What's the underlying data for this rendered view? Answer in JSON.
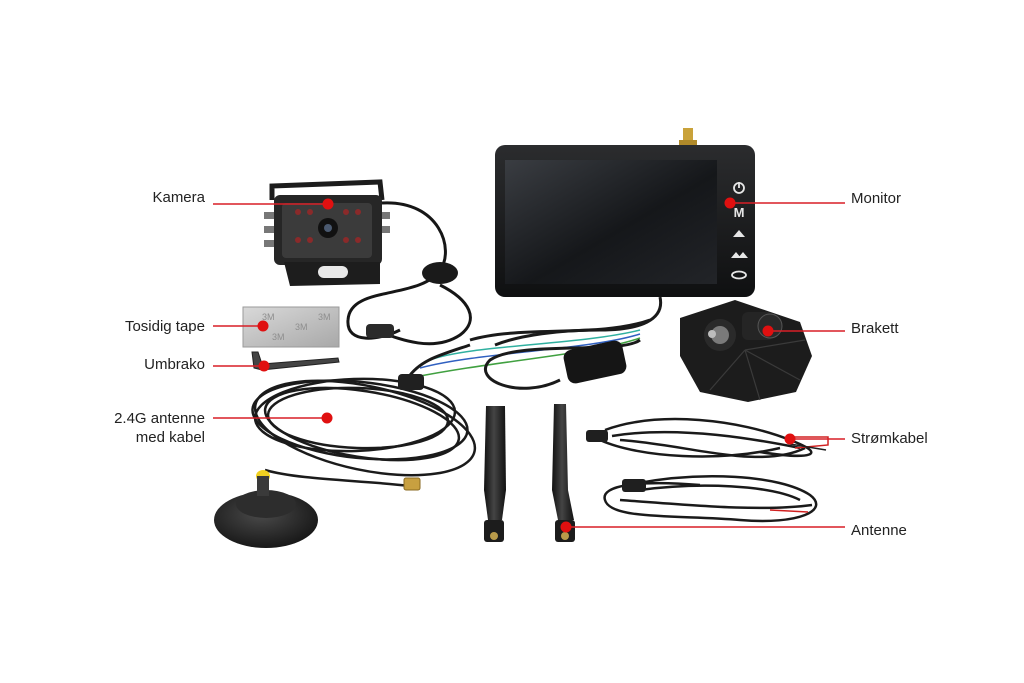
{
  "labels": {
    "kamera": "Kamera",
    "tosidig_tape": "Tosidig tape",
    "umbrako": "Umbrako",
    "antenne_kabel_line1": "2.4G antenne",
    "antenne_kabel_line2": "med kabel",
    "monitor": "Monitor",
    "brakett": "Brakett",
    "stromkabel": "Strømkabel",
    "antenne": "Antenne"
  },
  "tape_print": "3M",
  "monitor_buttons": [
    "power-icon",
    "menu-M-icon",
    "up-arrow-icon",
    "down-arrow-icon",
    "link-icon"
  ],
  "monitor_menu_letter": "M",
  "colors": {
    "callout_line": "#d81f26",
    "callout_dot": "#e01010",
    "background": "#ffffff"
  }
}
